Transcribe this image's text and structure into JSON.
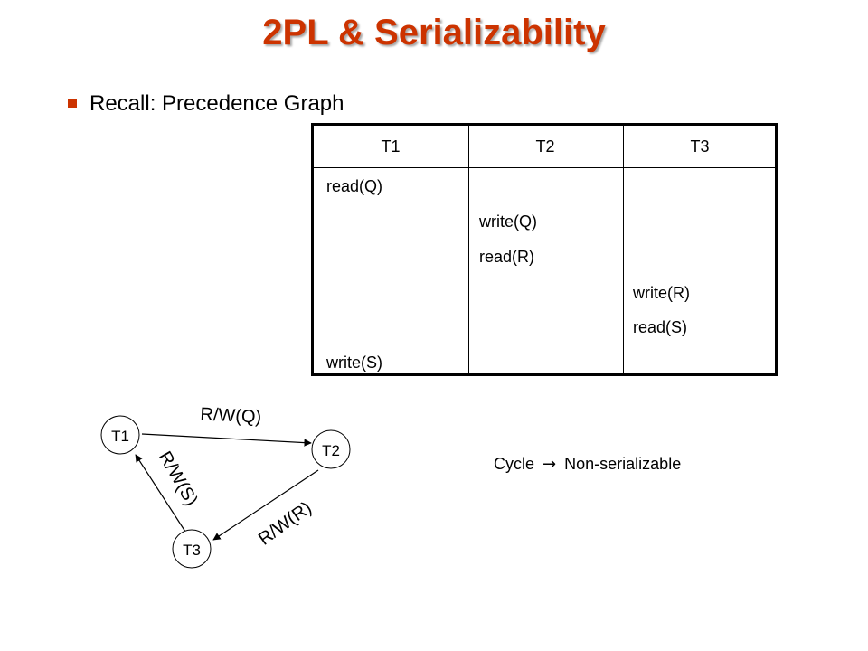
{
  "title": "2PL & Serializability",
  "colors": {
    "title": "#cc3300",
    "bullet": "#cc3300",
    "text": "#000000"
  },
  "bullet": {
    "text": "Recall:  Precedence Graph"
  },
  "schedule": {
    "columns": [
      "T1",
      "T2",
      "T3"
    ],
    "ops": {
      "t1_read_q": "read(Q)",
      "t2_write_q": "write(Q)",
      "t2_read_r": "read(R)",
      "t3_write_r": "write(R)",
      "t3_read_s": "read(S)",
      "t1_write_s": "write(S)"
    }
  },
  "graph": {
    "nodes": {
      "t1": "T1",
      "t2": "T2",
      "t3": "T3"
    },
    "edges": {
      "t1_t2": "R/W(Q)",
      "t2_t3": "R/W(R)",
      "t3_t1": "R/W(S)"
    }
  },
  "cycle": {
    "left": "Cycle",
    "arrow": "→",
    "right": "Non-serializable"
  }
}
